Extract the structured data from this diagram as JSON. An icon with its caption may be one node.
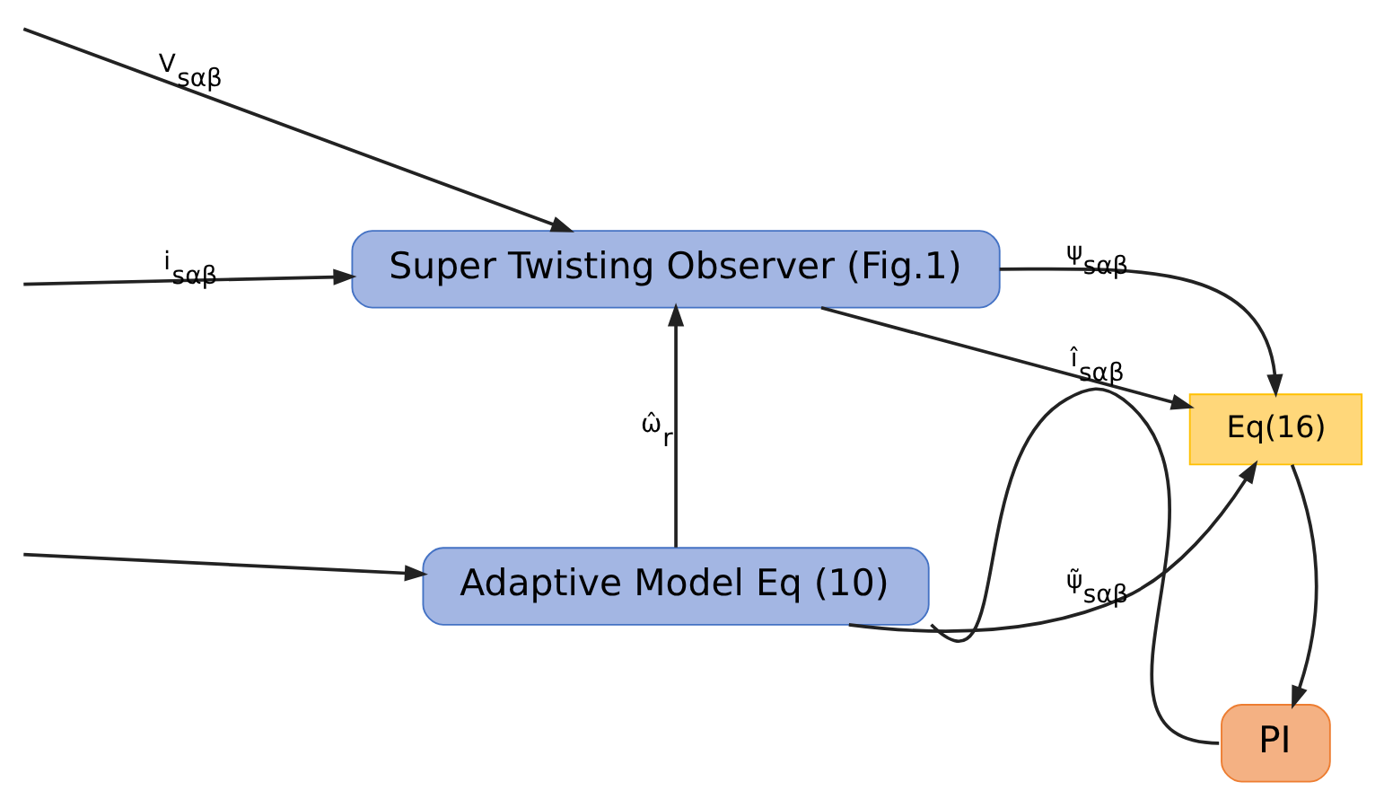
{
  "diagram": {
    "nodes": [
      {
        "text": [
          "Super Twisting Observer (Fig.1)"
        ]
      },
      {
        "text": [
          "Eq(16)"
        ]
      },
      {
        "text": [
          "Adaptive Model Eq (10)"
        ]
      },
      {
        "text": [
          "PI"
        ]
      }
    ],
    "edges": [
      {
        "from": null,
        "to": 0,
        "arrow": "to",
        "label": "V$_{sαβ}$"
      },
      {
        "from": null,
        "to": 0,
        "arrow": "to",
        "label": "i$_{sαβ}$"
      },
      {
        "from": null,
        "to": 2,
        "arrow": "to"
      },
      {
        "from": 0,
        "to": 1,
        "arrow": "to",
        "label": "ı̂$_{sαβ}$"
      },
      {
        "from": 0,
        "to": 1,
        "arrow": "to",
        "label": "ψ$_{sαβ}$"
      },
      {
        "from": 2,
        "to": 1,
        "arrow": "to",
        "label": "ψ̃$_{sαβ}$"
      },
      {
        "from": 1,
        "to": 3,
        "arrow": "to"
      },
      {
        "from": 3,
        "to": 2,
        "arrow": "none"
      },
      {
        "from": 2,
        "to": 0,
        "arrow": "to",
        "label": "ω̂$_{r}$"
      }
    ]
  }
}
